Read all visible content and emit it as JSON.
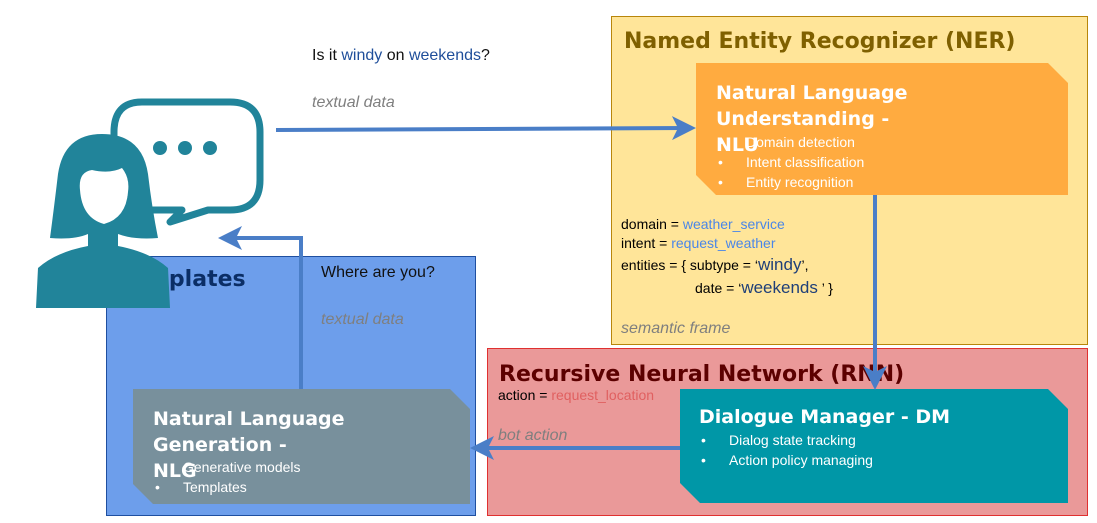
{
  "colors": {
    "ner_fill": "#ffe599",
    "nlu_fill": "#ffab40",
    "rnn_fill": "#ea9999",
    "dm_fill": "#0097a7",
    "templates_fill": "#6d9eeb",
    "nlg_fill": "#78909c",
    "arrow": "#4a7ec7",
    "user_icon": "#21849a"
  },
  "user": {
    "icon": "user-with-speech-bubble-icon"
  },
  "input_utterance": {
    "prefix": "Is it ",
    "kw1": "windy",
    "middle": " on ",
    "kw2": "weekends",
    "suffix": "?"
  },
  "output_utterance": "Where are you?",
  "labels": {
    "textual_data_top": "textual data",
    "textual_data_bottom": "textual data",
    "semantic_frame": "semantic frame",
    "bot_action": "bot action"
  },
  "ner": {
    "title": "Named Entity Recognizer (NER)",
    "nlu": {
      "title_line1": "Natural Language Understanding -",
      "title_line2": "NLU",
      "items": [
        "Domain detection",
        "Intent classification",
        "Entity recognition"
      ]
    }
  },
  "frame": {
    "domain_key": "domain = ",
    "domain_val": "weather_service",
    "intent_key": "intent = ",
    "intent_val": "request_weather",
    "entities_prefix": "entities = { subtype = ‘",
    "entities_subtype": "windy",
    "entities_after": "’,",
    "date_prefix": "date = ‘",
    "date_val": "weekends",
    "date_suffix": " ’ }"
  },
  "rnn": {
    "title": "Recursive Neural Network (RNN)",
    "action_key": "action = ",
    "action_val": "request_location",
    "dm": {
      "title": "Dialogue Manager - DM",
      "items": [
        "Dialog state tracking",
        "Action policy managing"
      ]
    }
  },
  "templates": {
    "title": "Templates",
    "nlg": {
      "title_line1": "Natural Language Generation -",
      "title_line2": "NLG",
      "items": [
        "Generative models",
        "Templates"
      ]
    }
  }
}
